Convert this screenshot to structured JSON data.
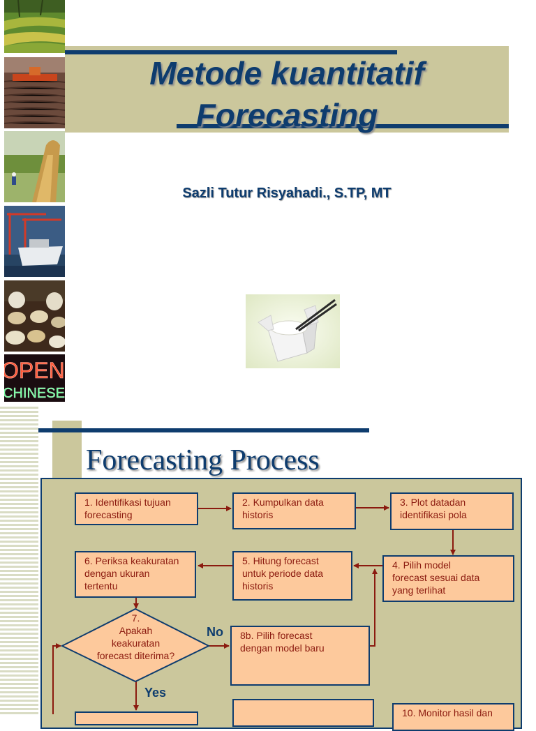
{
  "slide1": {
    "title_line1": "Metode kuantitatif",
    "title_line2": "Forecasting",
    "author": "Sazli Tutur Risyahadi., S.TP, MT",
    "photo_strip": [
      {
        "name": "rice-terraces-photo"
      },
      {
        "name": "tractor-field-photo"
      },
      {
        "name": "grain-harvest-photo"
      },
      {
        "name": "container-port-photo"
      },
      {
        "name": "grain-sacks-photo"
      },
      {
        "name": "open-sign-photo",
        "sign_line1": "OPEN",
        "sign_line2": "CHINESE FO"
      }
    ],
    "center_image": "chinese-takeout-box-photo"
  },
  "slide2": {
    "title": "Forecasting Process",
    "steps": {
      "s1": "1. Identifikasi tujuan\nforecasting",
      "s2": "2. Kumpulkan data\nhistoris",
      "s3": "3. Plot datadan\nidentifikasi pola",
      "s4": "4. Pilih model\nforecast sesuai data\nyang terlihat",
      "s5": "5. Hitung forecast\nuntuk periode data\nhistoris",
      "s6": "6. Periksa keakuratan\ndengan ukuran\ntertentu",
      "s8b": "8b. Pilih forecast\ndengan model baru",
      "s10": "10. Monitor hasil dan"
    },
    "decision": "7.\nApakah\nkeakuratan\nforecast diterima?",
    "labels": {
      "no": "No",
      "yes": "Yes"
    },
    "colors": {
      "box_fill": "#fdc99c",
      "box_border": "#0e3c6e",
      "box_text": "#8b1a0f",
      "arrow": "#8b1a0f",
      "panel": "#cbc79c"
    }
  }
}
